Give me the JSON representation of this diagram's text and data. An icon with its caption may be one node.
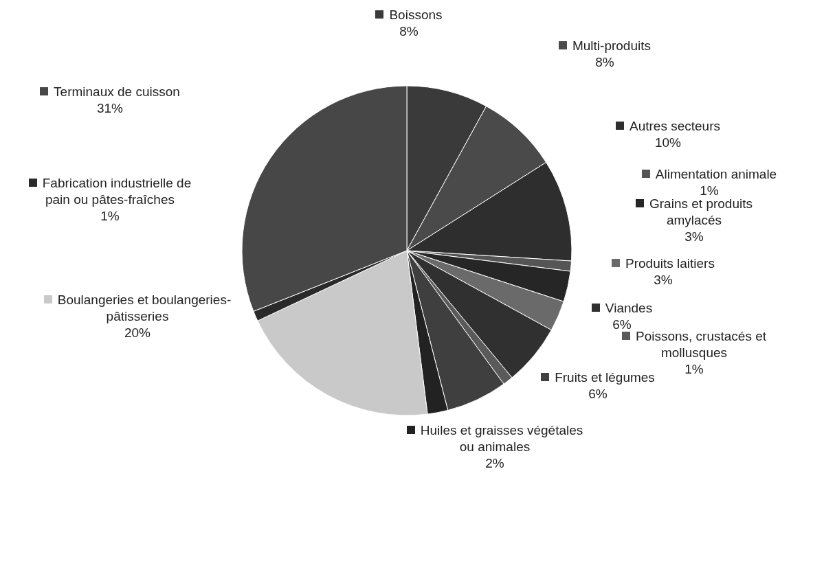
{
  "diagram": {
    "chart_data": {
      "type": "pie",
      "categories": [
        "Boissons",
        "Multi-produits",
        "Autres secteurs",
        "Alimentation animale",
        "Grains et produits amylacés",
        "Produits laitiers",
        "Viandes",
        "Poissons, crustacés et mollusques",
        "Fruits et légumes",
        "Huiles et graisses végétales ou animales",
        "Boulangeries et boulangeries-pâtisseries",
        "Fabrication industrielle de pain ou pâtes-fraîches",
        "Terminaux de cuisson"
      ],
      "values": [
        8,
        8,
        10,
        1,
        3,
        3,
        6,
        1,
        6,
        2,
        20,
        1,
        31
      ],
      "legend": true,
      "value_labels": [
        "8%",
        "8%",
        "10%",
        "1%",
        "3%",
        "3%",
        "6%",
        "1%",
        "6%",
        "2%",
        "20%",
        "1%",
        "31%"
      ]
    }
  }
}
